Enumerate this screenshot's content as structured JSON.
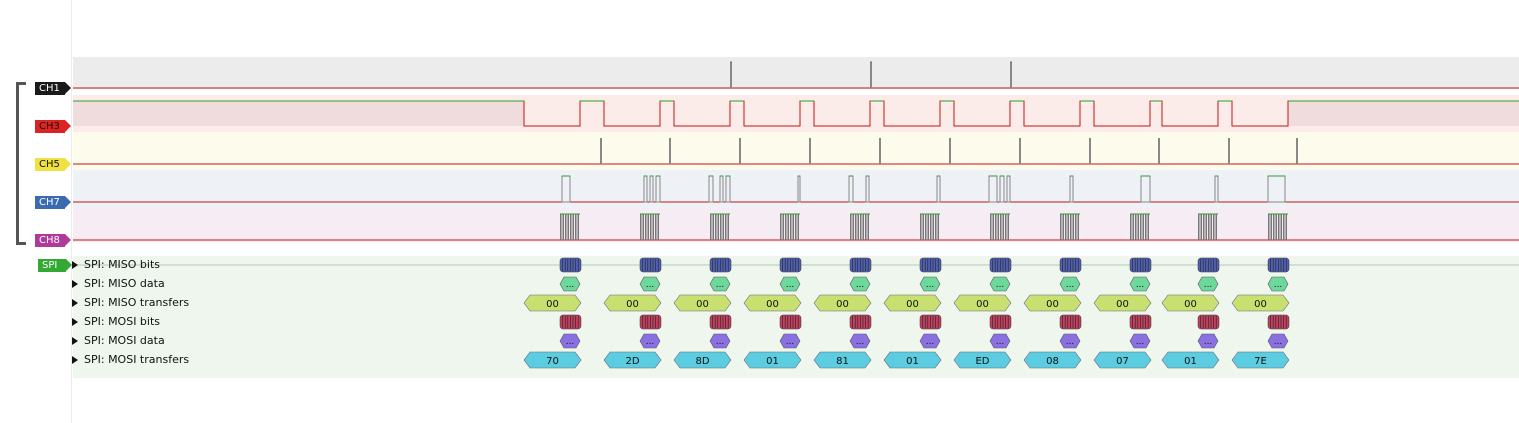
{
  "channels": [
    {
      "id": "CH1",
      "label": "CH1",
      "color": "#1a1a1a",
      "text_color": "#ffffff",
      "bg": "#ececec"
    },
    {
      "id": "CH3",
      "label": "CH3",
      "color": "#dd2222",
      "text_color": "#111111",
      "bg": "#fbecea"
    },
    {
      "id": "CH5",
      "label": "CH5",
      "color": "#f0e040",
      "text_color": "#111111",
      "bg": "#fdfbec"
    },
    {
      "id": "CH7",
      "label": "CH7",
      "color": "#3a6ab0",
      "text_color": "#ffffff",
      "bg": "#eef1f6"
    },
    {
      "id": "CH8",
      "label": "CH8",
      "color": "#b03a9a",
      "text_color": "#ffffff",
      "bg": "#f5edf3"
    }
  ],
  "decoder": {
    "label": "SPI",
    "color": "#33a833",
    "rows": [
      {
        "id": "miso_bits",
        "label": "SPI: MISO bits"
      },
      {
        "id": "miso_data",
        "label": "SPI: MISO data"
      },
      {
        "id": "miso_transfers",
        "label": "SPI: MISO transfers"
      },
      {
        "id": "mosi_bits",
        "label": "SPI: MOSI bits"
      },
      {
        "id": "mosi_data",
        "label": "SPI: MOSI data"
      },
      {
        "id": "mosi_transfers",
        "label": "SPI: MOSI transfers"
      }
    ],
    "miso_data_glyph": "...",
    "mosi_data_glyph": "...",
    "miso_transfers": [
      "00",
      "00",
      "00",
      "00",
      "00",
      "00",
      "00",
      "00",
      "00",
      "00",
      "00"
    ],
    "mosi_transfers": [
      "70",
      "2D",
      "8D",
      "01",
      "81",
      "01",
      "ED",
      "08",
      "07",
      "01",
      "7E"
    ]
  },
  "colors": {
    "trace_line": "#c81414",
    "trace_high": "#2aa02a",
    "decoder_bg": "#eef6ee",
    "miso_bits": "#5060b0",
    "mosi_bits": "#c04060",
    "miso_data": "#6ed89a",
    "mosi_data": "#8a70e0",
    "miso_transfer": "#c8e070",
    "mosi_transfer": "#5ccde0"
  }
}
